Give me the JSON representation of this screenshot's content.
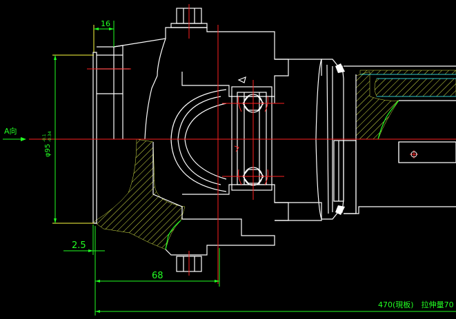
{
  "dimensions": {
    "top_width": "16",
    "left_gap": "2.5",
    "bottom_length": "68",
    "diameter": "φ95",
    "diameter_tol_upper": "-0.1",
    "diameter_tol_lower": "-0.34",
    "total_length": "470(現板)　拉伸量70"
  },
  "labels": {
    "view_arrow": "A向"
  },
  "colors": {
    "background": "#000000",
    "outline": "#ffffff",
    "centerline": "#ff2020",
    "hatch": "#d8e84a",
    "dimension": "#22ff22",
    "annotation": "#ffff40",
    "shaft": "#30c8c8"
  }
}
